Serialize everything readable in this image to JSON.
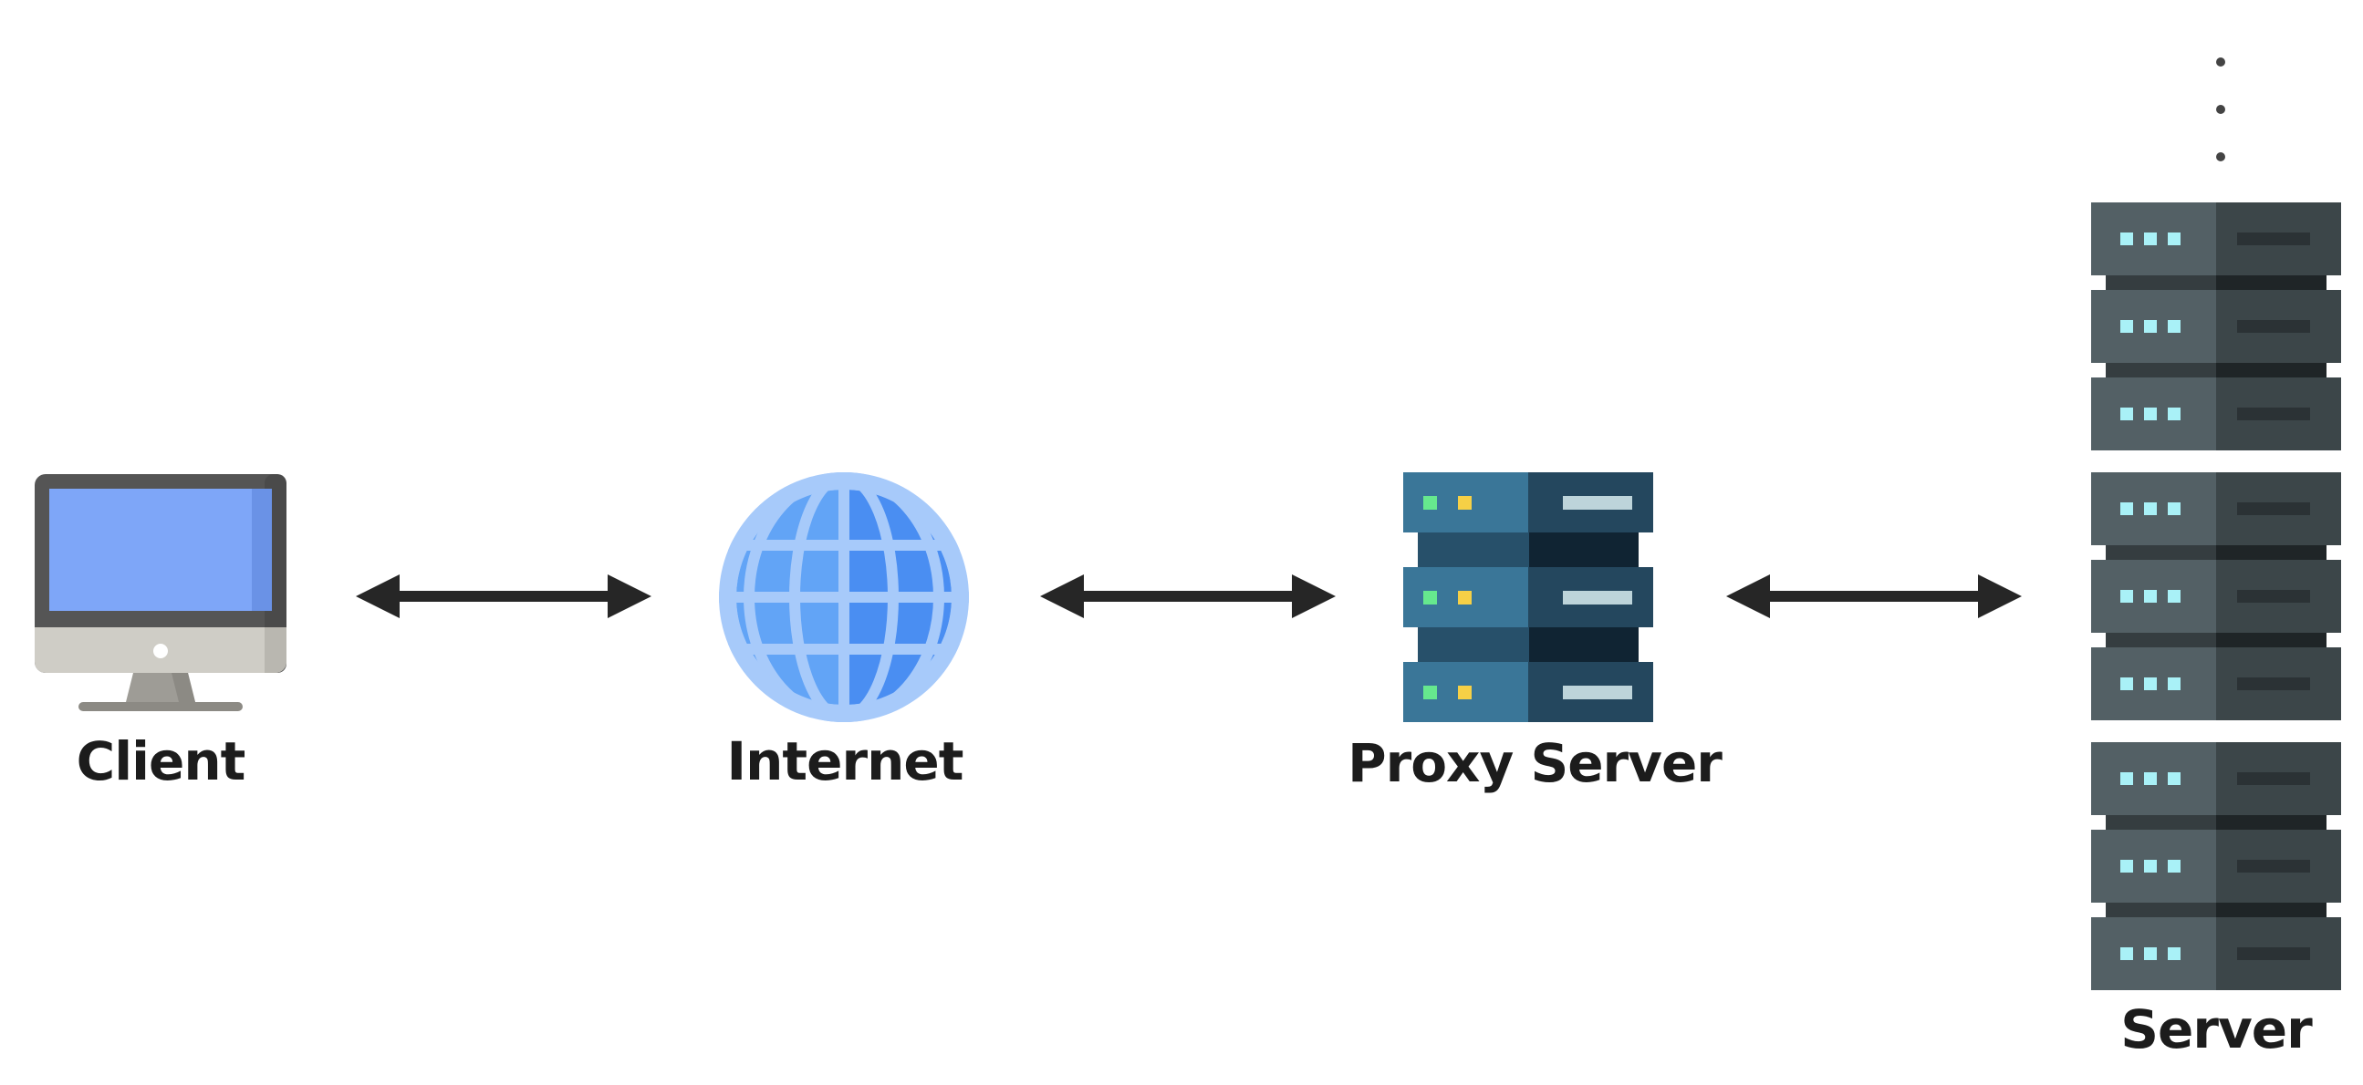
{
  "diagram": {
    "nodes": {
      "client": {
        "label": "Client",
        "icon": "desktop-monitor-icon"
      },
      "internet": {
        "label": "Internet",
        "icon": "globe-icon"
      },
      "proxy": {
        "label": "Proxy Server",
        "icon": "server-rack-icon"
      },
      "server": {
        "label": "Server",
        "icon": "server-rack-stack-icon"
      }
    },
    "connections": [
      {
        "from": "Client",
        "to": "Internet",
        "direction": "bidirectional"
      },
      {
        "from": "Internet",
        "to": "Proxy Server",
        "direction": "bidirectional"
      },
      {
        "from": "Proxy Server",
        "to": "Server",
        "direction": "bidirectional"
      }
    ],
    "continuation_marker": "vertical-ellipsis",
    "colors": {
      "arrow": "#262626",
      "monitor_screen": "#7da5f7",
      "globe_light": "#a4c8fa",
      "globe_dark": "#4a8ef2",
      "proxy_blue": "#3a7698",
      "server_gray": "#4f5d62",
      "led_green": "#66e88e",
      "led_yellow": "#f6d046",
      "led_cyan": "#a9f1f7"
    }
  }
}
